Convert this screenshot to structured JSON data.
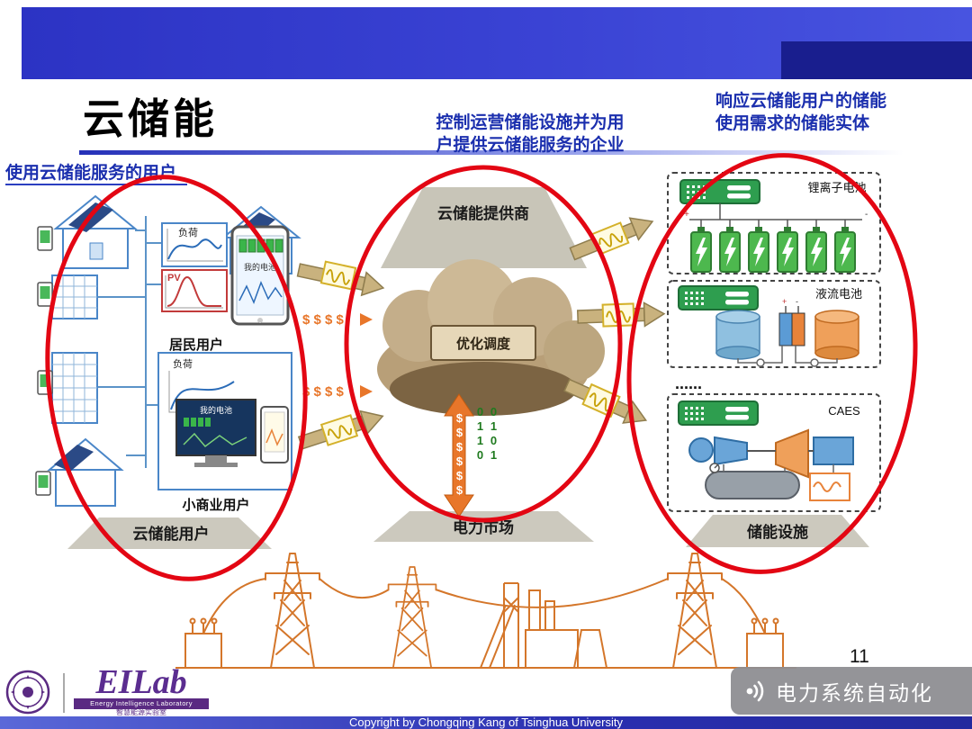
{
  "colors": {
    "accent_red": "#e30613",
    "navy_text": "#1b2fae",
    "orange_arrow": "#e8762a",
    "controller_green": "#2e9e4f",
    "battery_green": "#4db84e",
    "cloud_tan": "#c4ae8a",
    "grid_orange": "#d4762a",
    "brand_purple": "#5a2a82"
  },
  "header": {
    "title": "云储能"
  },
  "annotations": {
    "users": "使用云储能服务的用户",
    "provider_line1": "控制运营储能设施并为用",
    "provider_line2": "户提供云储能服务的企业",
    "storage_line1": "响应云储能用户的储能",
    "storage_line2": "使用需求的储能实体"
  },
  "diagram": {
    "users_group": {
      "load_label": "负荷",
      "pv_label": "PV",
      "my_battery_label": "我的电池",
      "residential_label": "居民用户",
      "commercial_label": "小商业用户",
      "group_label": "云储能用户"
    },
    "provider_group": {
      "banner_label": "云储能提供商",
      "dispatch_label": "优化调度",
      "market_label": "电力市场",
      "dollar_row": "$ $ $ $",
      "dollar_column": "$$$$$$",
      "binary_column": "0101 0110"
    },
    "storage_group": {
      "li_ion_label": "锂离子电池",
      "flow_label": "液流电池",
      "caes_label": "CAES",
      "ellipsis": "......",
      "group_label": "储能设施",
      "plus": "+",
      "minus": "-"
    }
  },
  "footer": {
    "logo_text": "EILab",
    "lab_en": "Energy Intelligence Laboratory",
    "lab_cn": "智慧能源实验室",
    "page_number": "11",
    "copyright": "Copyright by Chongqing Kang of Tsinghua University",
    "watermark": "电力系统自动化"
  }
}
